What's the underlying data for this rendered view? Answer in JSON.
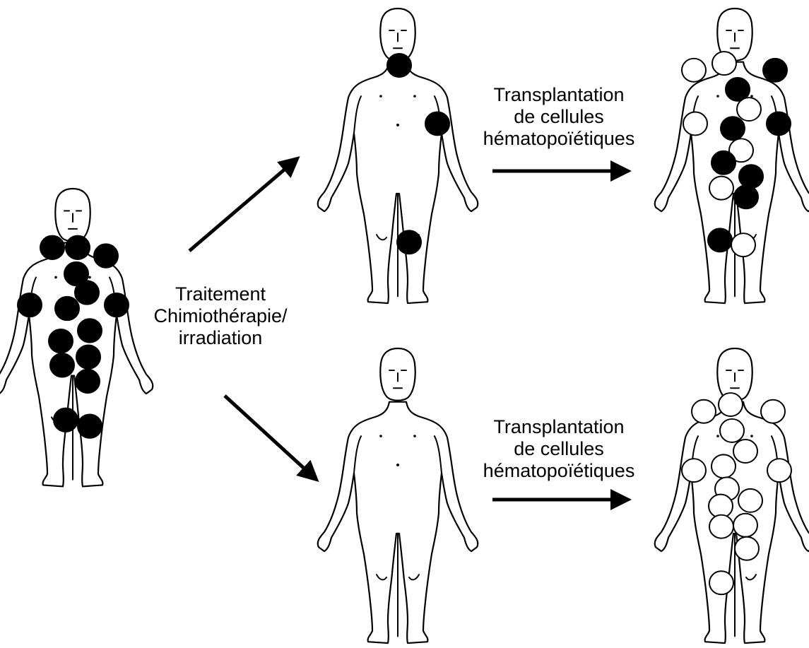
{
  "labels": {
    "treatment": [
      "Traitement",
      "Chimiothérapie/",
      "irradiation"
    ],
    "transplant_top": [
      "Transplantation",
      "de cellules",
      "hématopoïétiques"
    ],
    "transplant_bottom": [
      "Transplantation",
      "de cellules",
      "hématopoïétiques"
    ]
  },
  "colors": {
    "cancer_cell": "#000000",
    "healthy_cell": "#ffffff",
    "outline": "#000000"
  },
  "figures": [
    {
      "id": "initial-patient",
      "cells": [
        {
          "type": "cancer"
        },
        {
          "type": "cancer"
        },
        {
          "type": "cancer"
        },
        {
          "type": "cancer"
        },
        {
          "type": "cancer"
        },
        {
          "type": "cancer"
        },
        {
          "type": "cancer"
        },
        {
          "type": "cancer"
        },
        {
          "type": "cancer"
        },
        {
          "type": "cancer"
        },
        {
          "type": "cancer"
        },
        {
          "type": "cancer"
        },
        {
          "type": "cancer"
        },
        {
          "type": "cancer"
        },
        {
          "type": "cancer"
        }
      ]
    },
    {
      "id": "after-treatment-residual",
      "cells": [
        {
          "type": "cancer"
        },
        {
          "type": "cancer"
        },
        {
          "type": "cancer"
        }
      ]
    },
    {
      "id": "after-transplant-relapse",
      "cells": [
        {
          "type": "healthy"
        },
        {
          "type": "healthy"
        },
        {
          "type": "cancer"
        },
        {
          "type": "cancer"
        },
        {
          "type": "healthy"
        },
        {
          "type": "healthy"
        },
        {
          "type": "cancer"
        },
        {
          "type": "cancer"
        },
        {
          "type": "healthy"
        },
        {
          "type": "cancer"
        },
        {
          "type": "cancer"
        },
        {
          "type": "healthy"
        },
        {
          "type": "cancer"
        },
        {
          "type": "cancer"
        },
        {
          "type": "healthy"
        }
      ]
    },
    {
      "id": "after-treatment-clear",
      "cells": []
    },
    {
      "id": "after-transplant-healthy",
      "cells": [
        {
          "type": "healthy"
        },
        {
          "type": "healthy"
        },
        {
          "type": "healthy"
        },
        {
          "type": "healthy"
        },
        {
          "type": "healthy"
        },
        {
          "type": "healthy"
        },
        {
          "type": "healthy"
        },
        {
          "type": "healthy"
        },
        {
          "type": "healthy"
        },
        {
          "type": "healthy"
        },
        {
          "type": "healthy"
        },
        {
          "type": "healthy"
        },
        {
          "type": "healthy"
        },
        {
          "type": "healthy"
        },
        {
          "type": "healthy"
        }
      ]
    }
  ],
  "arrows": [
    {
      "id": "arrow-to-residual",
      "direction": "up-right"
    },
    {
      "id": "arrow-to-clear",
      "direction": "down-right"
    },
    {
      "id": "arrow-transplant-top",
      "direction": "right"
    },
    {
      "id": "arrow-transplant-bottom",
      "direction": "right"
    }
  ]
}
